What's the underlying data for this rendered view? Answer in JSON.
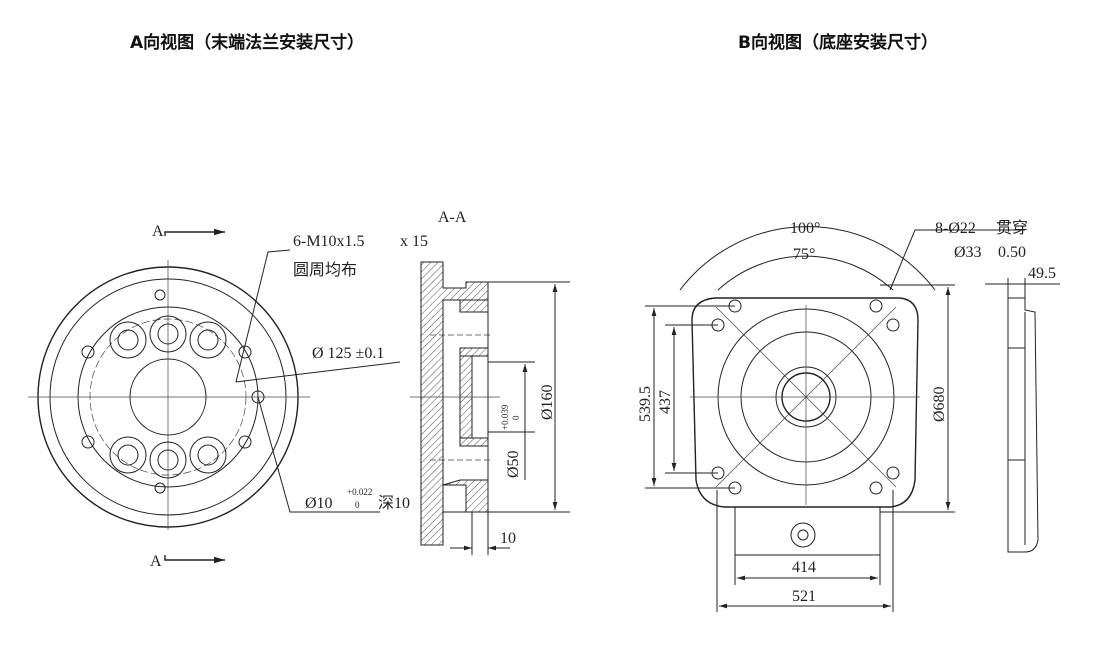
{
  "titles": {
    "a_view": "A向视图（末端法兰安装尺寸）",
    "b_view": "B向视图（底座安装尺寸）"
  },
  "a_view": {
    "section_marker_top": "A",
    "section_marker_bottom": "A",
    "thread_spec": "6-M10x1.5",
    "thread_depth": "x 15",
    "thread_note": "圆周均布",
    "pcd": "Ø 125 ±0.1",
    "pin_hole": "Ø10",
    "pin_tol_upper": "+0.022",
    "pin_tol_lower": "0",
    "pin_depth": "深10"
  },
  "section_aa": {
    "label": "A-A",
    "outer_dia": "Ø160",
    "bore_dia": "Ø50",
    "bore_tol_upper": "+0.039",
    "bore_tol_lower": "0",
    "thickness": "10"
  },
  "b_view": {
    "angle_outer": "100°",
    "angle_inner": "75°",
    "hole_spec": "8-Ø22",
    "hole_note": "贯穿",
    "counterbore": "Ø33",
    "counterbore_depth": "0.50",
    "height_outer": "539.5",
    "height_inner": "437",
    "dia": "Ø680",
    "width_inner": "414",
    "width_outer": "521",
    "side_offset": "49.5"
  }
}
